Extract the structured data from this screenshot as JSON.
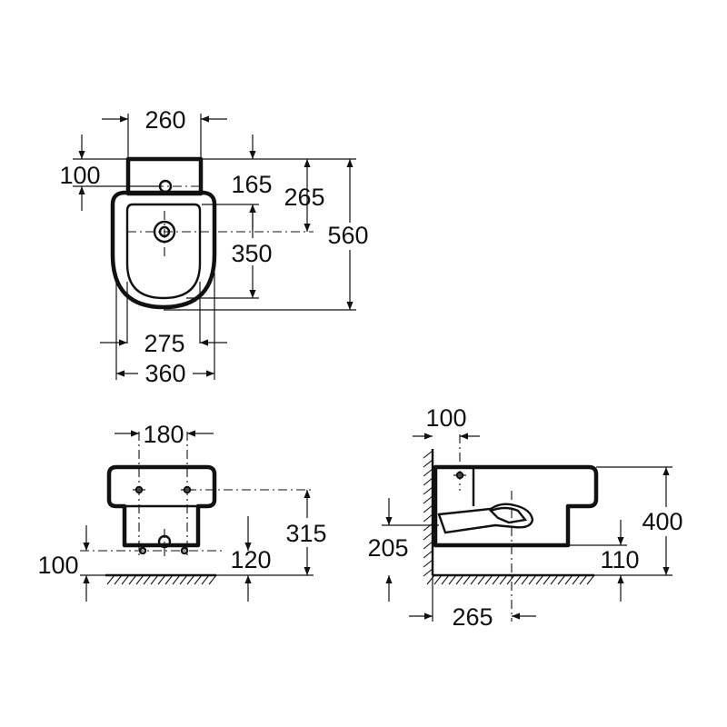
{
  "top_view": {
    "dim_width_tank": "260",
    "dim_tank_depth": "100",
    "dim_tank_to_hole": "165",
    "dim_to_center": "265",
    "dim_overall_length": "560",
    "dim_bowl_length": "350",
    "dim_bowl_inner_width": "275",
    "dim_overall_width": "360"
  },
  "front_view": {
    "dim_fixing_spacing": "180",
    "dim_height": "315",
    "dim_outlet_height": "120",
    "dim_floor_offset": "100"
  },
  "side_view": {
    "dim_wall_to_fixing": "100",
    "dim_rim_height": "400",
    "dim_drain_height": "205",
    "dim_base_height": "110",
    "dim_wall_to_center": "265"
  }
}
